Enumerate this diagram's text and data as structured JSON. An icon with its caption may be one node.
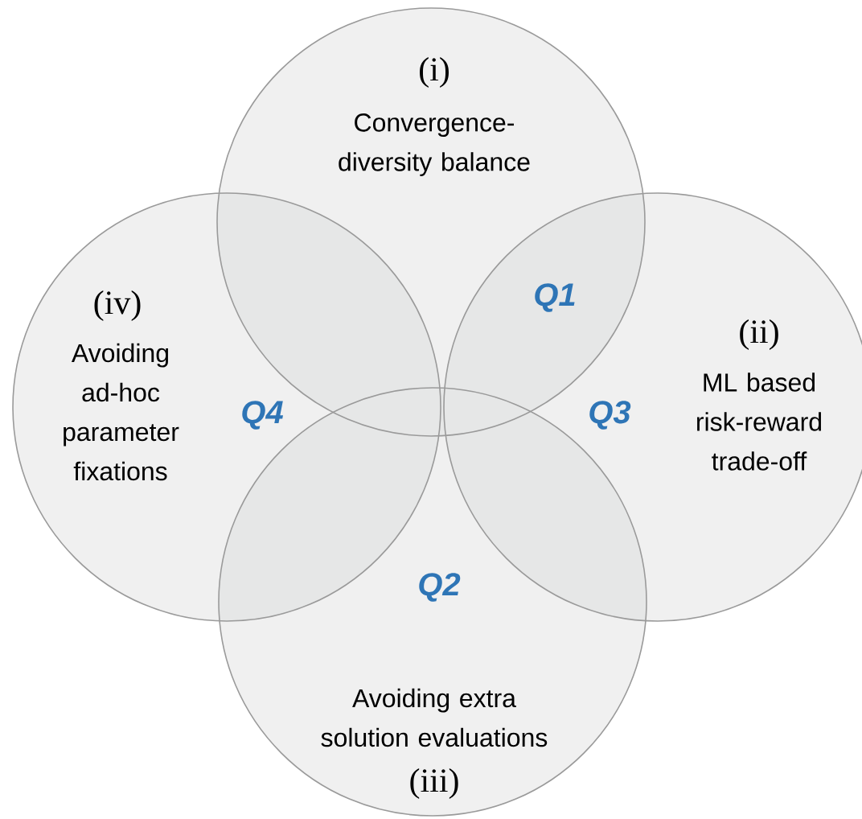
{
  "diagram": {
    "nodes": [
      {
        "text": [
          "(i)",
          "Convergence-diversity balance"
        ]
      },
      {
        "text": [
          "(ii)",
          "ML based risk-reward trade-off"
        ]
      },
      {
        "text": [
          "Avoiding extra solution evaluations",
          "(iii)"
        ]
      },
      {
        "text": [
          "(iv)",
          "Avoiding ad-hoc parameter fixations"
        ]
      }
    ],
    "labels": [
      "Q1",
      "Q4",
      "Q3",
      "Q2"
    ]
  }
}
